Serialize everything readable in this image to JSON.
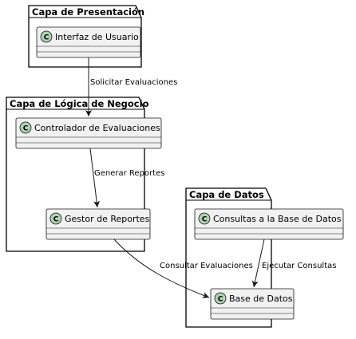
{
  "packages": [
    {
      "id": "presentacion",
      "title": "Capa de Presentación"
    },
    {
      "id": "logica",
      "title": "Capa de Lógica de Negocio"
    },
    {
      "id": "datos",
      "title": "Capa de Datos"
    }
  ],
  "classes": [
    {
      "id": "ui",
      "stereotype_letter": "C",
      "name": "Interfaz de Usuario"
    },
    {
      "id": "ctrl",
      "stereotype_letter": "C",
      "name": "Controlador de Evaluaciones"
    },
    {
      "id": "gestor",
      "stereotype_letter": "C",
      "name": "Gestor de Reportes"
    },
    {
      "id": "consultas",
      "stereotype_letter": "C",
      "name": "Consultas a la Base de Datos"
    },
    {
      "id": "bd",
      "stereotype_letter": "C",
      "name": "Base de Datos"
    }
  ],
  "edges": [
    {
      "from": "ui",
      "to": "ctrl",
      "label": "Solicitar Evaluaciones"
    },
    {
      "from": "ctrl",
      "to": "gestor",
      "label": "Generar Reportes"
    },
    {
      "from": "gestor",
      "to": "bd",
      "label": "Consultar Evaluaciones"
    },
    {
      "from": "consultas",
      "to": "bd",
      "label": "Ejecutar Consultas"
    }
  ],
  "colors": {
    "class_fill": "#f1f1f1",
    "class_border": "#181818",
    "circle_fill": "#add1b2",
    "package_border": "#000000",
    "background": "#ffffff"
  }
}
